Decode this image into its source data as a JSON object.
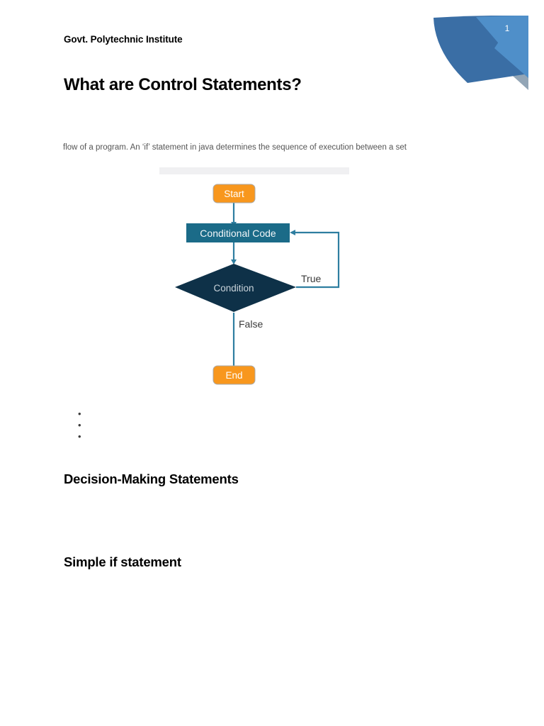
{
  "document": {
    "institute_name": "Govt. Polytechnic Institute",
    "title": "What are Control Statements?",
    "page_number": "1",
    "paragraph": "flow of a program. An ‘if’ statement in java determines the sequence of execution between a set",
    "bullets": [
      "",
      "",
      ""
    ],
    "headings": {
      "decision_making": "Decision-Making Statements",
      "simple_if": "Simple if statement"
    }
  },
  "flowchart": {
    "nodes": {
      "start": "Start",
      "conditional_code": "Conditional Code",
      "condition": "Condition",
      "end": "End"
    },
    "edge_labels": {
      "true_branch": "True",
      "false_branch": "False"
    }
  },
  "colors": {
    "orange_fill": "#F8971D",
    "orange_border": "#A9A9A9",
    "teal_fill": "#1B6B88",
    "navy_fill": "#0E3148",
    "connector": "#2E7EA0",
    "corner_blue_light": "#4F8FC9",
    "corner_blue_dark": "#3A6EA5",
    "corner_gray": "#92A5B6",
    "node_text": "#FFFFFF",
    "label_text": "#3A3A3A",
    "body_text": "#555555"
  }
}
